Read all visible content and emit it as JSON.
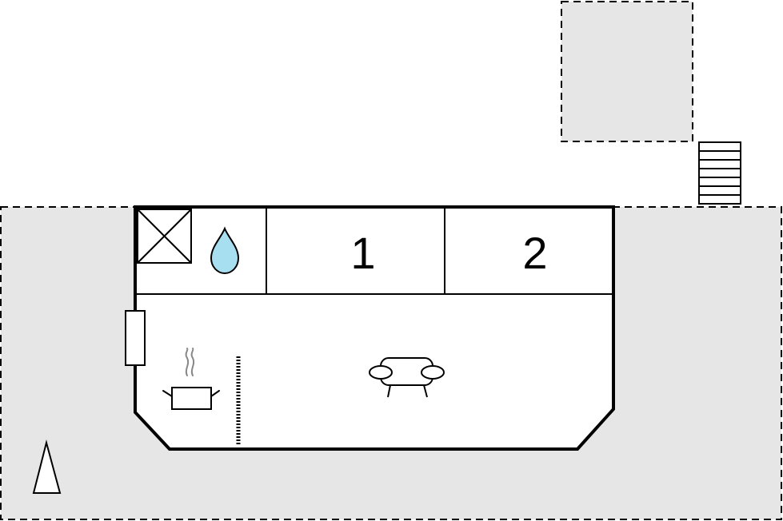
{
  "floor_plan": {
    "colors": {
      "outdoor_area": "#e6e6e6",
      "wall": "#000000",
      "background": "#ffffff",
      "water_drop": "#a8dff0"
    },
    "rooms": [
      {
        "label": "1",
        "type": "bedroom"
      },
      {
        "label": "2",
        "type": "bedroom"
      }
    ],
    "icons": [
      {
        "name": "shower-cross-icon"
      },
      {
        "name": "water-drop-icon"
      },
      {
        "name": "cooking-pot-icon"
      },
      {
        "name": "sofa-icon"
      },
      {
        "name": "stairs-icon"
      },
      {
        "name": "north-arrow-icon"
      }
    ]
  }
}
